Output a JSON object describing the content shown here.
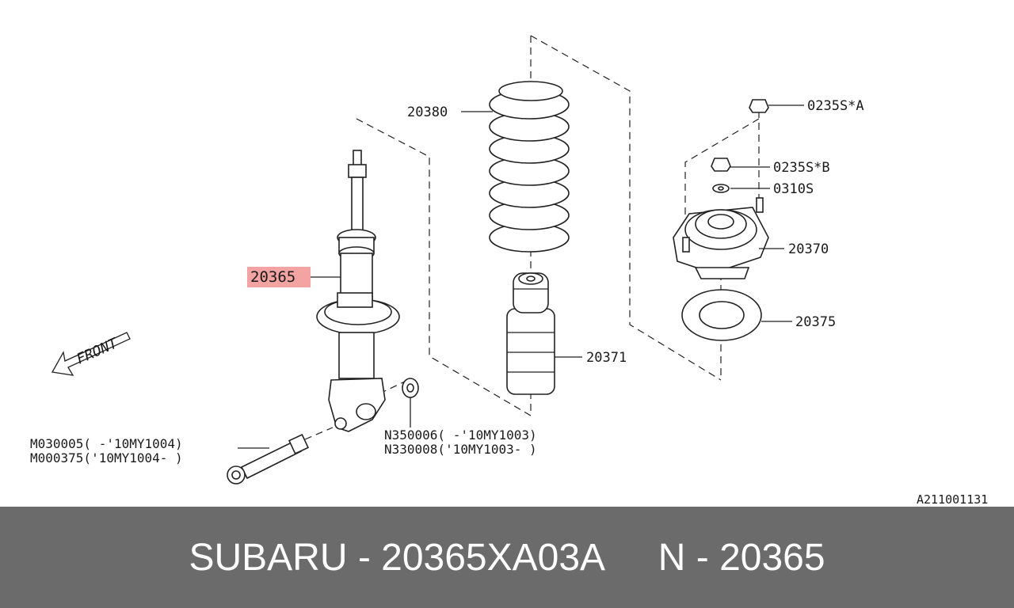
{
  "diagram": {
    "labels": {
      "spring": "20380",
      "nut_a": "0235S*A",
      "nut_b": "0235S*B",
      "washer": "0310S",
      "mount": "20370",
      "seat": "20375",
      "bump_stop": "20371",
      "strut": "20365",
      "bolt_1": "M030005( -'10MY1004)",
      "bolt_2": "M000375('10MY1004- )",
      "nut_1": "N350006( -'10MY1003)",
      "nut_2": "N330008('10MY1003- )",
      "front": "FRONT",
      "ref_code": "A211001131"
    },
    "highlight_color": "#f4a3a3"
  },
  "footer": {
    "brand": "SUBARU - 20365XA03A",
    "number": "N - 20365"
  }
}
